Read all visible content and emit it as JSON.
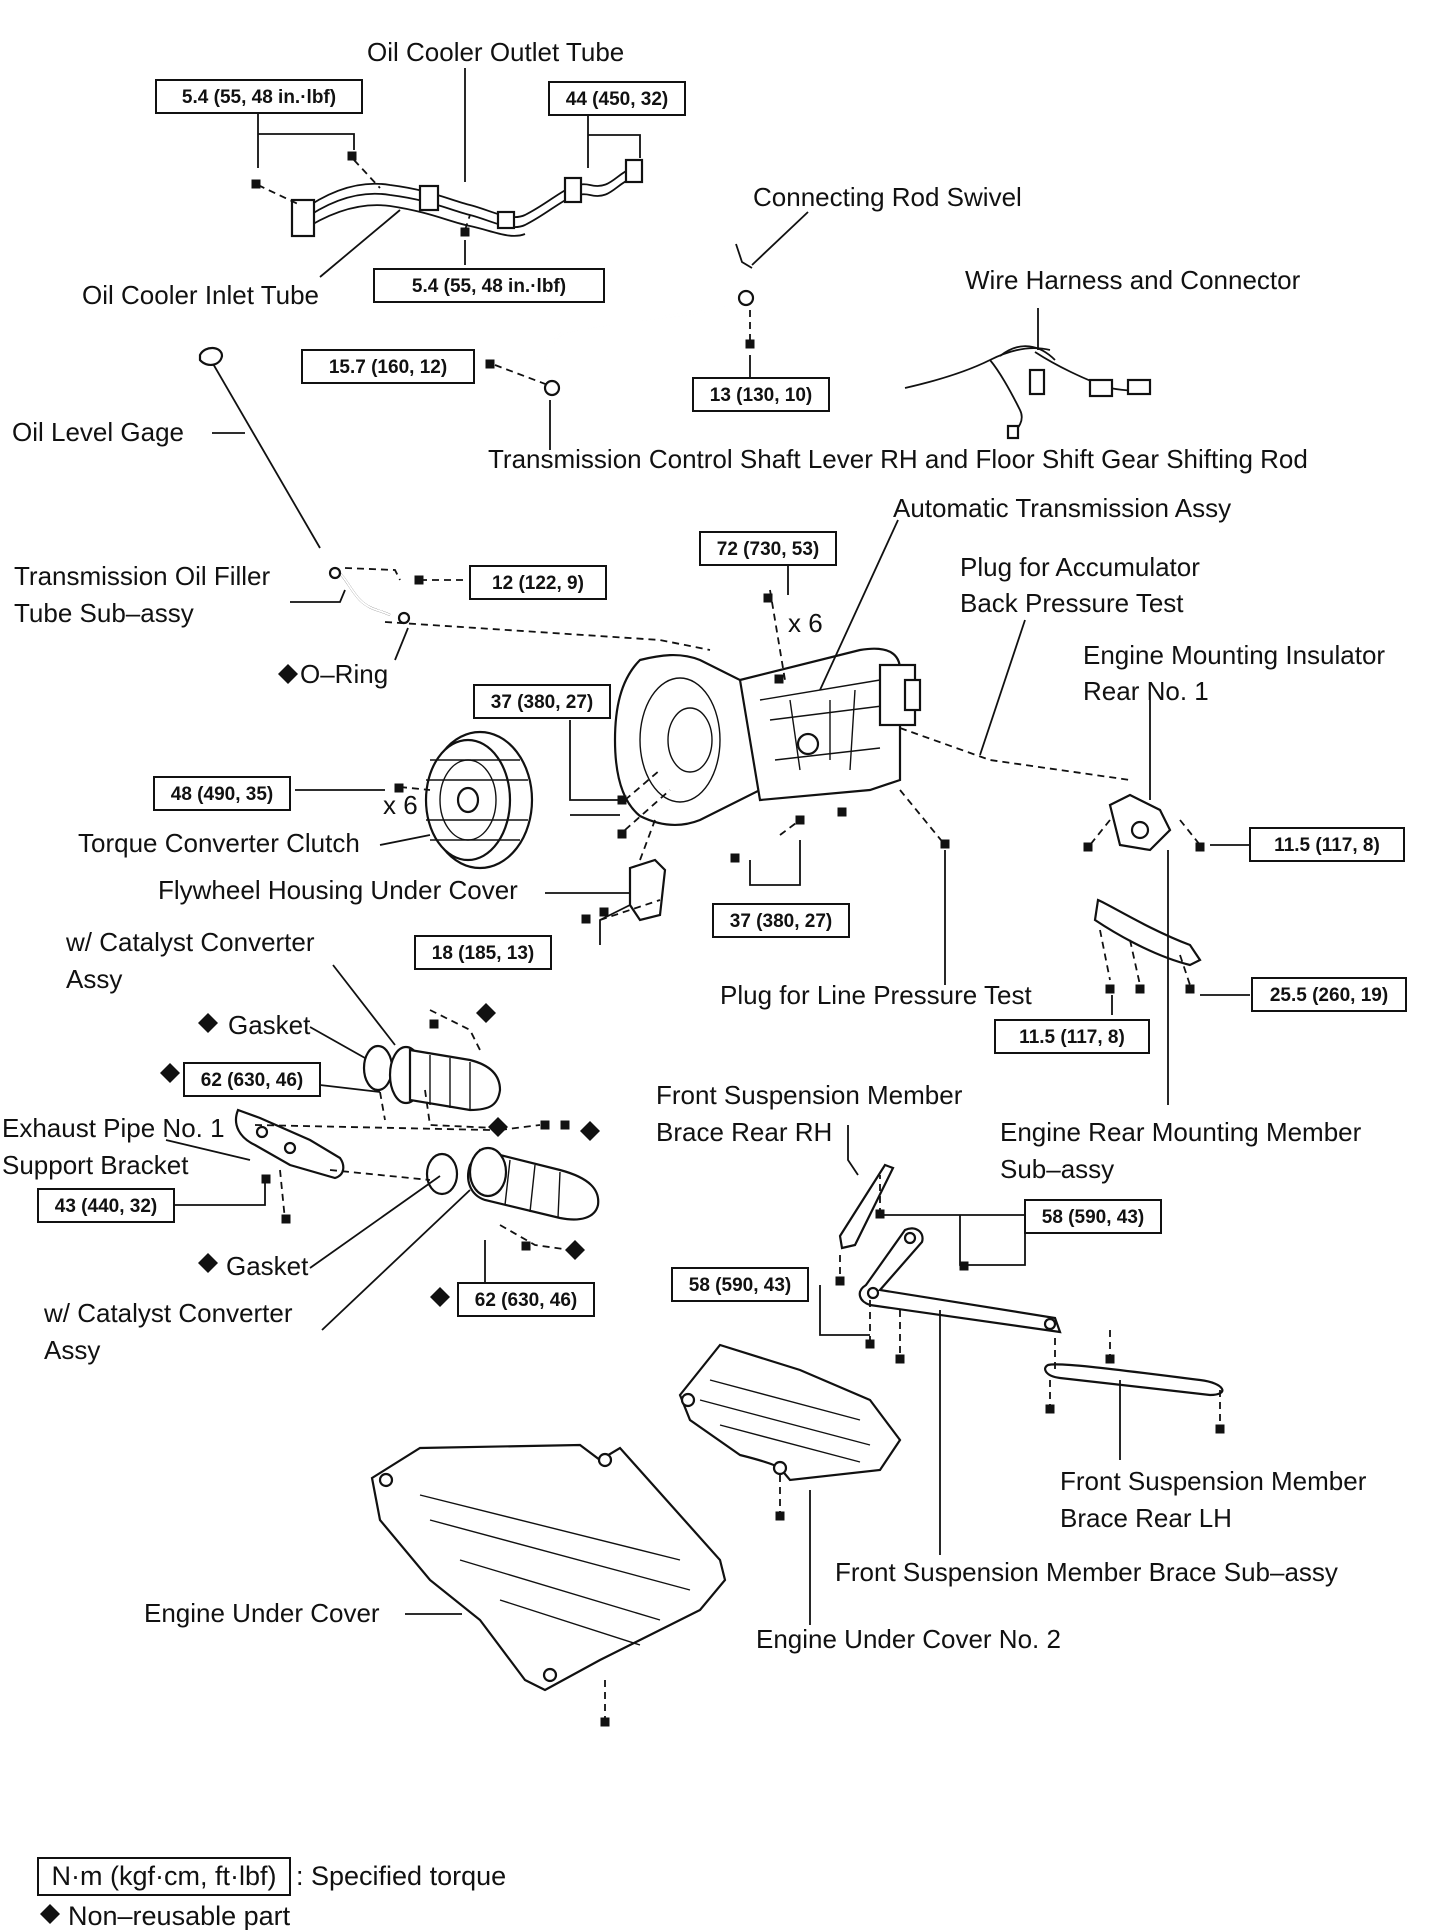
{
  "labels": {
    "oil_cooler_outlet_tube": "Oil Cooler Outlet Tube",
    "oil_cooler_inlet_tube": "Oil Cooler Inlet Tube",
    "connecting_rod_swivel": "Connecting Rod Swivel",
    "wire_harness": "Wire Harness and Connector",
    "oil_level_gage": "Oil Level Gage",
    "trans_control_shaft": "Transmission Control Shaft Lever RH and Floor Shift Gear Shifting Rod",
    "automatic_transmission": "Automatic Transmission Assy",
    "filler_tube_1": "Transmission Oil Filler",
    "filler_tube_2": "Tube Sub–assy",
    "o_ring": "O–Ring",
    "plug_accumulator_1": "Plug for Accumulator",
    "plug_accumulator_2": "Back Pressure Test",
    "engine_mounting_insulator_1": "Engine Mounting Insulator",
    "engine_mounting_insulator_2": "Rear No. 1",
    "torque_converter": "Torque Converter Clutch",
    "flywheel_cover": "Flywheel Housing Under Cover",
    "catalyst_upper_1": "w/ Catalyst Converter",
    "catalyst_upper_2": "Assy",
    "gasket_upper": "Gasket",
    "plug_line_pressure": "Plug for Line Pressure Test",
    "exhaust_bracket_1": "Exhaust Pipe No. 1",
    "exhaust_bracket_2": "Support Bracket",
    "front_susp_rh_1": "Front Suspension Member",
    "front_susp_rh_2": "Brace Rear RH",
    "engine_rear_mount_1": "Engine Rear Mounting Member",
    "engine_rear_mount_2": "Sub–assy",
    "gasket_lower": "Gasket",
    "catalyst_lower_1": "w/ Catalyst Converter",
    "catalyst_lower_2": "Assy",
    "front_susp_lh_1": "Front Suspension Member",
    "front_susp_lh_2": "Brace Rear LH",
    "front_susp_brace_sub": "Front Suspension Member Brace Sub–assy",
    "engine_under_cover": "Engine Under Cover",
    "engine_under_cover_2": "Engine Under Cover No. 2",
    "x6_a": "x 6",
    "x6_b": "x 6"
  },
  "torques": {
    "t01": "5.4 (55, 48 in.·lbf)",
    "t02": "44 (450, 32)",
    "t03": "5.4 (55, 48 in.·lbf)",
    "t04": "15.7 (160, 12)",
    "t05": "13 (130, 10)",
    "t06": "72 (730, 53)",
    "t07": "12 (122, 9)",
    "t08": "37 (380, 27)",
    "t09": "48 (490, 35)",
    "t10": "11.5 (117, 8)",
    "t11": "37 (380, 27)",
    "t12": "18 (185, 13)",
    "t13": "25.5 (260, 19)",
    "t14": "11.5 (117, 8)",
    "t15": "62 (630, 46)",
    "t16": "43 (440, 32)",
    "t17": "58 (590, 43)",
    "t18": "58 (590, 43)",
    "t19": "62 (630, 46)"
  },
  "legend": {
    "unit_box": "N·m (kgf·cm, ft·lbf)",
    "unit_text": ": Specified torque",
    "nonreusable": "Non–reusable part"
  }
}
